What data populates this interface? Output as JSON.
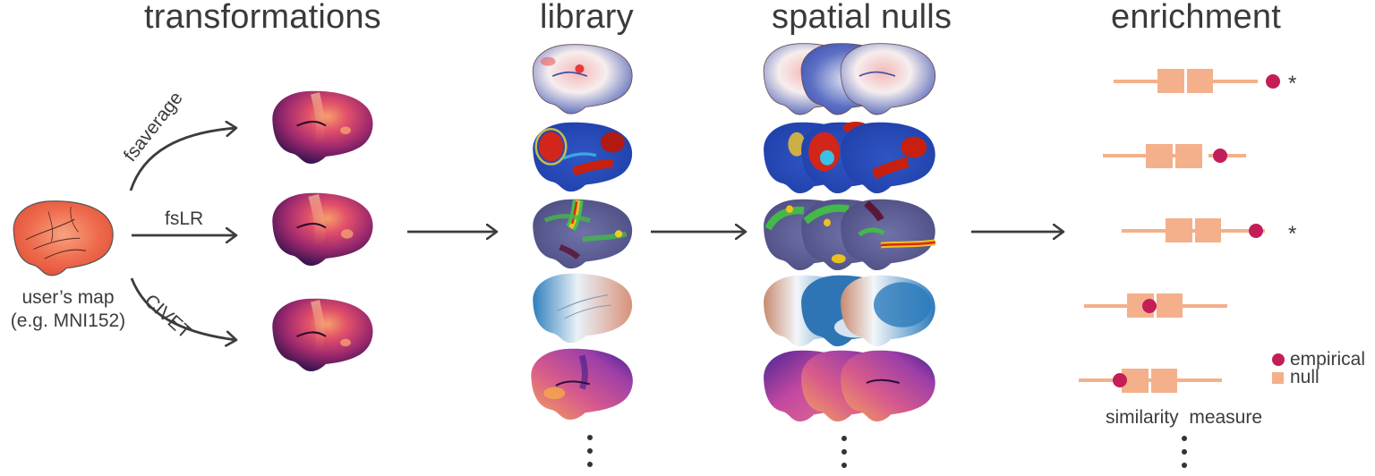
{
  "sections": {
    "transformations": "transformations",
    "library": "library",
    "spatial_nulls": "spatial nulls",
    "enrichment": "enrichment"
  },
  "input": {
    "caption_line1": "user’s map",
    "caption_line2": "(e.g. MNI152)"
  },
  "transform_arrows": [
    {
      "label": "fsaverage"
    },
    {
      "label": "fsLR"
    },
    {
      "label": "CIVET"
    }
  ],
  "enrichment": {
    "significance_marker": "*",
    "xlabel": "similarity  measure",
    "legend": [
      {
        "label": "empirical",
        "type": "dot",
        "color": "#c41e57"
      },
      {
        "label": "null",
        "type": "square",
        "color": "#f4b08a"
      }
    ],
    "continuation": "…"
  },
  "colors": {
    "text": "#3a3a3a",
    "arrow": "#3c3c3c",
    "empirical": "#c41e57",
    "null": "#f4b08a"
  },
  "chart_data": {
    "type": "box",
    "title": "enrichment",
    "xlabel": "similarity measure",
    "ylabel": "",
    "legend": [
      "empirical",
      "null"
    ],
    "rows": [
      {
        "whisker_low": 1244,
        "q1": 1293,
        "median": 1324,
        "q3": 1355,
        "whisker_high": 1405,
        "empirical": 1422,
        "significant": true
      },
      {
        "whisker_low": 1232,
        "q1": 1280,
        "median": 1311,
        "q3": 1343,
        "whisker_high": 1392,
        "empirical": 1363,
        "significant": false
      },
      {
        "whisker_low": 1253,
        "q1": 1302,
        "median": 1333,
        "q3": 1364,
        "whisker_high": 1413,
        "empirical": 1403,
        "significant": true
      },
      {
        "whisker_low": 1211,
        "q1": 1259,
        "median": 1290,
        "q3": 1321,
        "whisker_high": 1371,
        "empirical": 1284,
        "significant": false
      },
      {
        "whisker_low": 1205,
        "q1": 1253,
        "median": 1284,
        "q3": 1315,
        "whisker_high": 1365,
        "empirical": 1251,
        "significant": false
      }
    ],
    "note": "Values are horizontal pixel positions on an unlabeled similarity axis; no numeric ticks shown."
  }
}
